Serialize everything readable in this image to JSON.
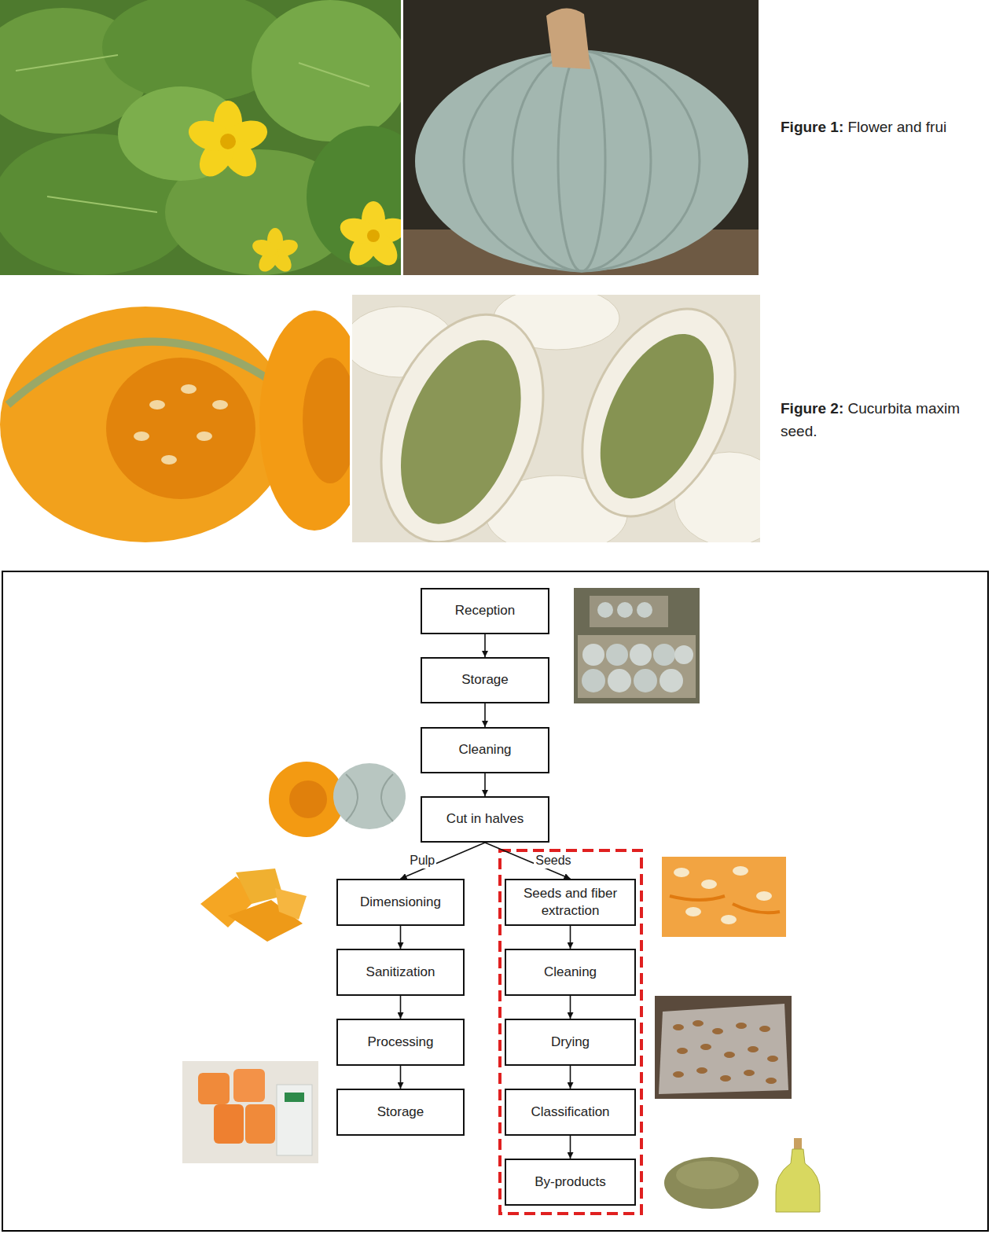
{
  "diagram": {
    "nodes": [
      {
        "text": [
          "Reception"
        ]
      },
      {
        "text": [
          "Storage"
        ]
      },
      {
        "text": [
          "Cleaning"
        ]
      },
      {
        "text": [
          "Cut in halves"
        ]
      },
      {
        "text": [
          "Dimensioning"
        ]
      },
      {
        "text": [
          "Sanitization"
        ]
      },
      {
        "text": [
          "Processing"
        ]
      },
      {
        "text": [
          "Storage"
        ]
      },
      {
        "text": [
          "Seeds and fiber extraction"
        ]
      },
      {
        "text": [
          "Cleaning"
        ]
      },
      {
        "text": [
          "Drying"
        ]
      },
      {
        "text": [
          "Classification"
        ]
      },
      {
        "text": [
          "By-products"
        ]
      }
    ],
    "edges": [
      {
        "from": 0,
        "to": 1,
        "arrow": "to"
      },
      {
        "from": 1,
        "to": 2,
        "arrow": "to"
      },
      {
        "from": 2,
        "to": 3,
        "arrow": "to"
      },
      {
        "from": 3,
        "to": 4,
        "label": "Pulp",
        "arrow": "to"
      },
      {
        "from": 3,
        "to": 8,
        "label": "Seeds",
        "arrow": "to"
      },
      {
        "from": 4,
        "to": 5,
        "arrow": "to"
      },
      {
        "from": 5,
        "to": 6,
        "arrow": "to"
      },
      {
        "from": 6,
        "to": 7,
        "arrow": "to"
      },
      {
        "from": 8,
        "to": 9,
        "arrow": "to"
      },
      {
        "from": 9,
        "to": 10,
        "arrow": "to"
      },
      {
        "from": 10,
        "to": 11,
        "arrow": "to"
      },
      {
        "from": 11,
        "to": 12,
        "arrow": "to"
      }
    ],
    "labels": [
      "Figure 1:",
      "Flower and frui",
      "Figure 2:",
      "Cucurbita maxim seed."
    ]
  }
}
